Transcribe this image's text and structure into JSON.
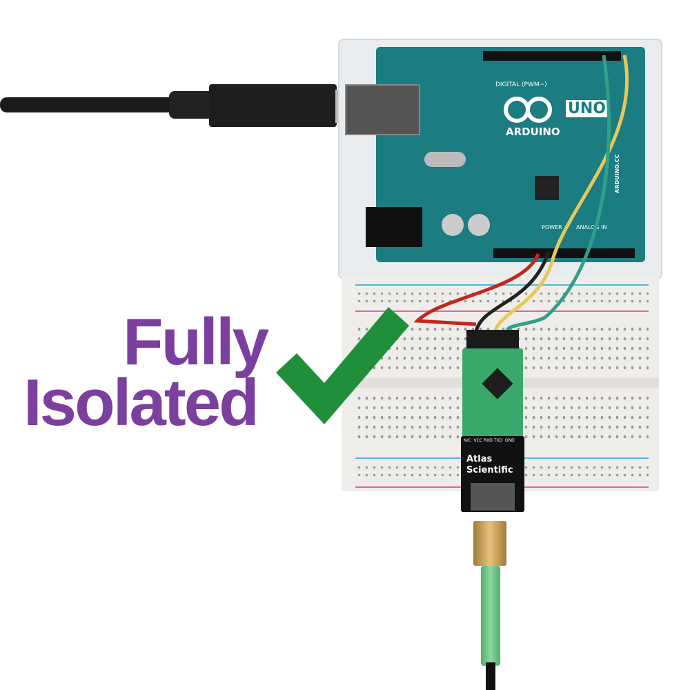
{
  "headline": {
    "line1": "Fully",
    "line2": "Isolated"
  },
  "colors": {
    "headline": "#7b3f9e",
    "checkmark": "#1f8f3a",
    "board": "#1b7c82",
    "background": "#ffffff"
  },
  "icons": {
    "check": "checkmark-icon"
  },
  "board": {
    "brand": "ARDUINO",
    "model": "UNO",
    "site": "ARDUINO.CC",
    "header_label": "DIGITAL (PWM~)",
    "power_label": "POWER",
    "analog_label": "ANALOG IN"
  },
  "module": {
    "brand_line1": "Atlas",
    "brand_line2": "Scientific",
    "pins": "N/C  VCC RXD TXD  GND"
  }
}
